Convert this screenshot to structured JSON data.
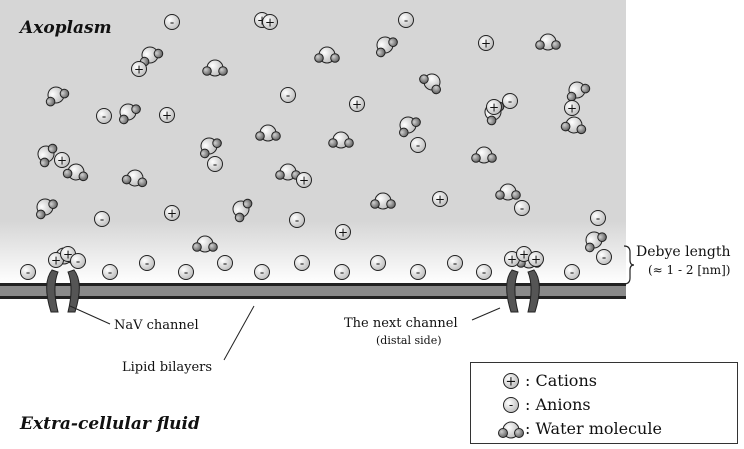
{
  "labels": {
    "axoplasm": "Axoplasm",
    "extracellular": "Extra-cellular fluid",
    "debye_title": "Debye length",
    "debye_range": "(≈ 1 - 2 [nm])",
    "nav_channel": "NaV channel",
    "lipid": "Lipid bilayers",
    "next_channel": "The next channel",
    "next_channel_sub": "(distal side)"
  },
  "legend": {
    "cations": ": Cations",
    "anions": ": Anions",
    "water": ": Water molecule"
  },
  "symbols": {
    "cation": "+",
    "anion": "-"
  },
  "colors": {
    "axoplasm_fill": "#d9d9d9",
    "membrane": "#4a4a4a",
    "channel": "#555555",
    "ion_fill": "#ededed",
    "water_fill": "#e6e6e6"
  }
}
